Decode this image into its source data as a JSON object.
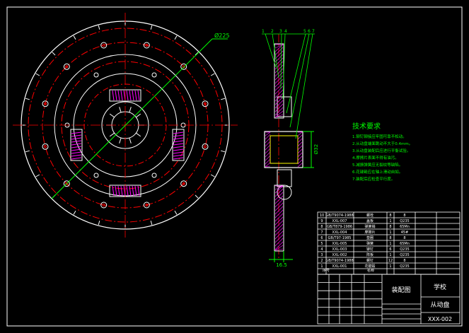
{
  "drawing": {
    "front_dimension": "Ø225",
    "hub_dimension": "Ø32",
    "thickness_dimension": "16.5",
    "balloons": [
      "1",
      "2",
      "3",
      "4",
      "5",
      "6",
      "7"
    ]
  },
  "tech_requirements": {
    "title": "技术要求",
    "items": [
      "1.铆钉铆接应牢固可靠不松动。",
      "2.从动盘端面跳动不大于0.4mm。",
      "3.从动盘装配后应进行平衡试验。",
      "4.摩擦片表面不得有油污。",
      "5.减振弹簧应无裂纹等缺陷。",
      "6.花键毂应在轴上滑动自如。",
      "7.装配后应检查平行度。"
    ]
  },
  "title_block": {
    "drawing_type": "装配图",
    "school": "学校",
    "part_name": "从动盘",
    "drawing_number": "XXX-002",
    "header_seq": "序号",
    "header_name": "名称"
  },
  "bom": [
    {
      "no": "10",
      "code": "GB/T9074-1988",
      "name": "螺栓",
      "qty": "8",
      "mat": "8"
    },
    {
      "no": "9",
      "code": "XXL-007",
      "name": "盖板",
      "qty": "1",
      "mat": "Q235"
    },
    {
      "no": "8",
      "code": "GB/T879-1986",
      "name": "弹簧销",
      "qty": "8",
      "mat": "65Mn"
    },
    {
      "no": "7",
      "code": "XXL-004",
      "name": "摩擦片",
      "qty": "1",
      "mat": "45#"
    },
    {
      "no": "6",
      "code": "GB/T97-1985",
      "name": "垫圈",
      "qty": "8",
      "mat": "8"
    },
    {
      "no": "5",
      "code": "XXL-005",
      "name": "弹簧",
      "qty": "1",
      "mat": "65Mn"
    },
    {
      "no": "4",
      "code": "XXL-003",
      "name": "铆钉",
      "qty": "6",
      "mat": "Q235"
    },
    {
      "no": "3",
      "code": "XXL-002",
      "name": "阵板",
      "qty": "1",
      "mat": "Q235"
    },
    {
      "no": "2",
      "code": "GB/T9074-1988",
      "name": "螺钉",
      "qty": "12",
      "mat": "8"
    },
    {
      "no": "1",
      "code": "XXL-001",
      "name": "花键毂",
      "qty": "1",
      "mat": "Q235"
    }
  ],
  "colors": {
    "background": "#000000",
    "outline": "#ffffff",
    "center_lines": "#ff0000",
    "dimension": "#00ff00",
    "hatch": "#ff00ff",
    "section": "#ffff00"
  }
}
